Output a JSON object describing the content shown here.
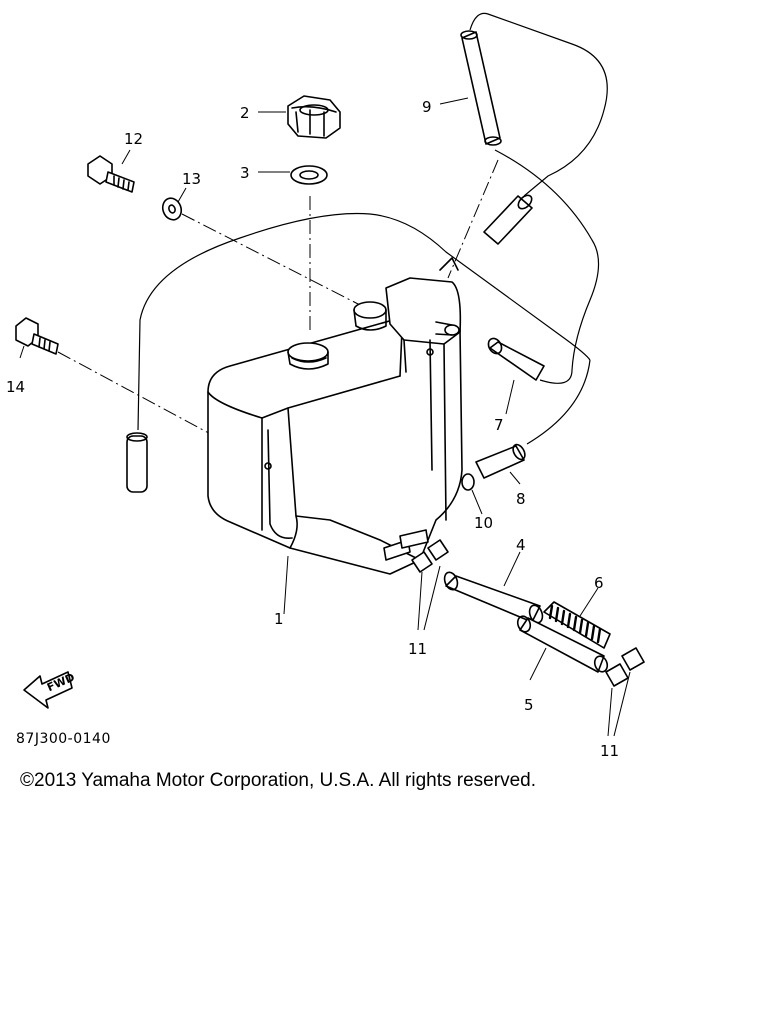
{
  "diagram": {
    "part_numbers": {
      "p1": "1",
      "p2": "2",
      "p3": "3",
      "p4": "4",
      "p5": "5",
      "p6": "6",
      "p7": "7",
      "p8": "8",
      "p9": "9",
      "p10": "10",
      "p11a": "11",
      "p11b": "11",
      "p12": "12",
      "p13": "13",
      "p14": "14"
    },
    "fwd_label": "FWD",
    "drawing_code": "87J300-0140"
  },
  "footer": {
    "copyright": "©2013 Yamaha Motor Corporation, U.S.A. All rights reserved."
  }
}
